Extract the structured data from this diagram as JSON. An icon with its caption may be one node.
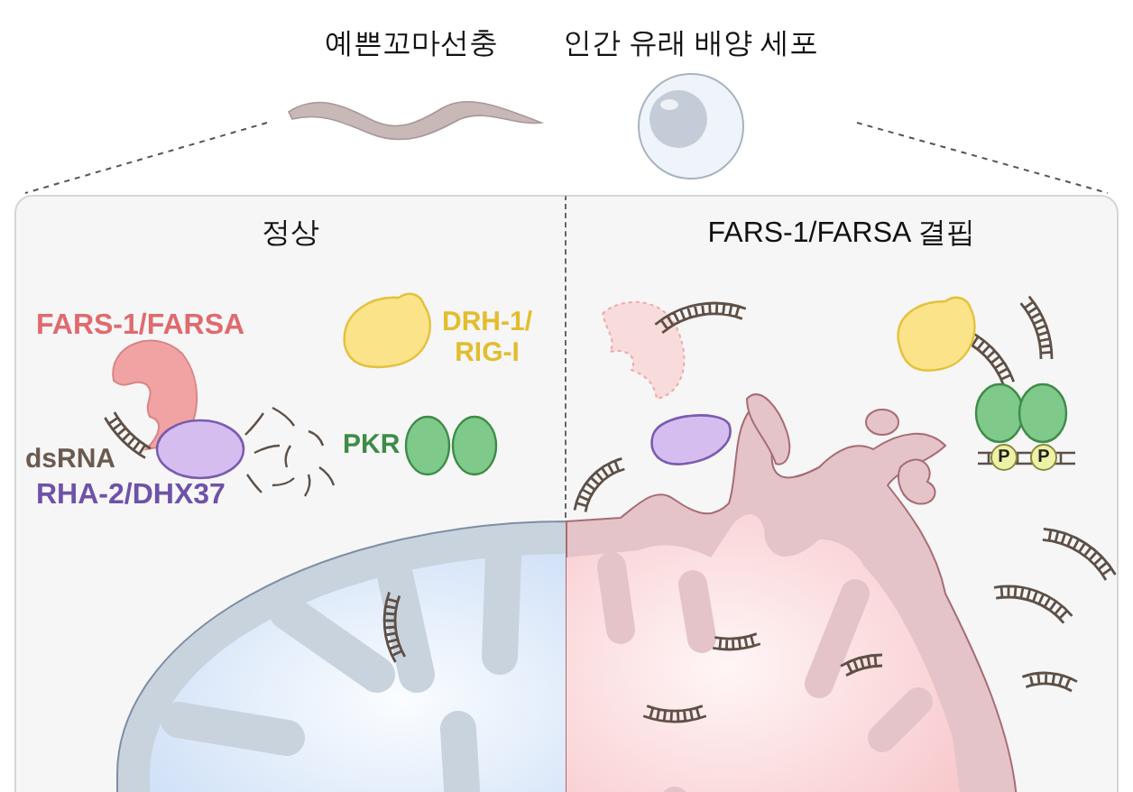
{
  "diagram": {
    "nodes": [
      {
        "text": [
          "정상"
        ]
      },
      {
        "text": [
          "FARS-1/FARSA 결핍"
        ]
      }
    ],
    "labels": [
      "예쁜꼬마선충",
      "인간 유래 배양 세포",
      "FARS-1/FARSA",
      "DRH-1/ RIG-I",
      "PKR",
      "dsRNA",
      "RHA-2/DHX37",
      "P",
      "P"
    ]
  }
}
